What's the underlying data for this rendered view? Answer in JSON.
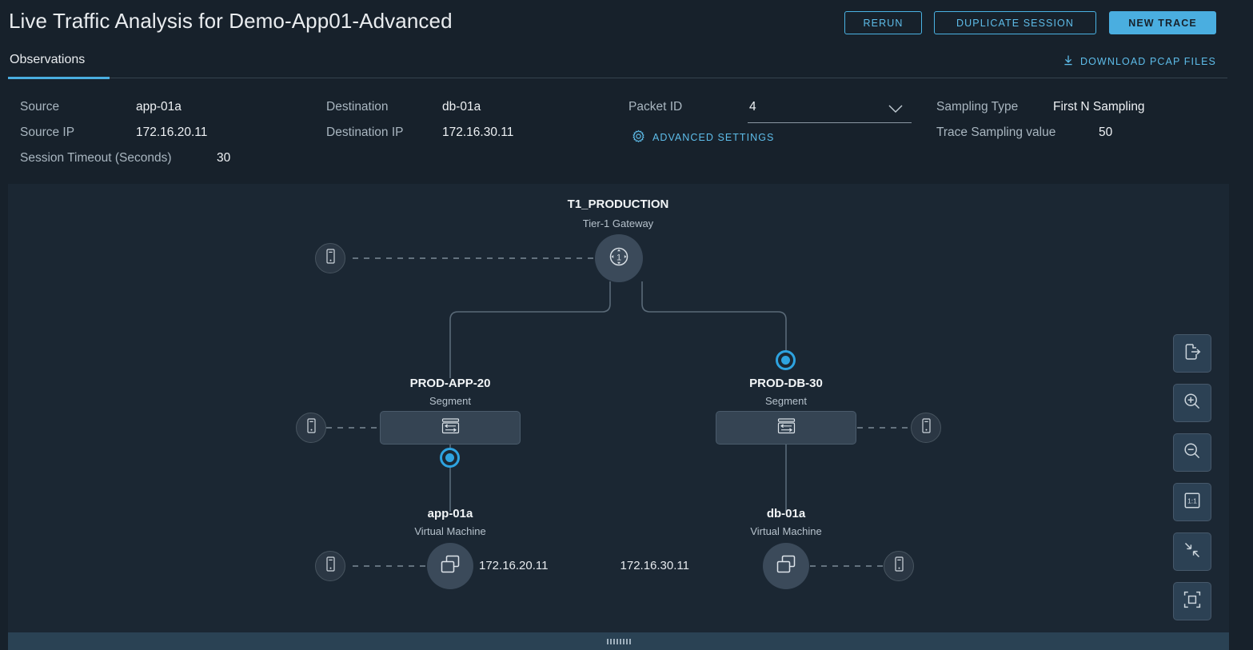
{
  "header": {
    "title": "Live Traffic Analysis for Demo-App01-Advanced",
    "buttons": {
      "rerun": "RERUN",
      "duplicate_session": "DUPLICATE SESSION",
      "new_trace": "NEW TRACE"
    }
  },
  "tabs": {
    "observations": "Observations",
    "download_pcap": "DOWNLOAD PCAP FILES",
    "download_icon": "download-icon"
  },
  "info": {
    "source_label": "Source",
    "source_value": "app-01a",
    "source_ip_label": "Source IP",
    "source_ip_value": "172.16.20.11",
    "session_timeout_label": "Session Timeout (Seconds)",
    "session_timeout_value": "30",
    "destination_label": "Destination",
    "destination_value": "db-01a",
    "destination_ip_label": "Destination IP",
    "destination_ip_value": "172.16.30.11",
    "packet_id_label": "Packet ID",
    "packet_id_value": "4",
    "packet_id_chevron": "chevron-down-icon",
    "advanced_settings": "ADVANCED SETTINGS",
    "advanced_settings_icon": "gear-icon",
    "sampling_type_label": "Sampling Type",
    "sampling_type_value": "First N Sampling",
    "trace_sampling_label": "Trace Sampling value",
    "trace_sampling_value": "50"
  },
  "graph": {
    "gateway": {
      "title": "T1_PRODUCTION",
      "subtitle": "Tier-1 Gateway",
      "icon": "tier1-gateway-icon",
      "peer_icon": "server-device-icon"
    },
    "segment_app": {
      "title": "PROD-APP-20",
      "subtitle": "Segment",
      "icon": "segment-switch-icon",
      "peer_icon": "server-device-icon",
      "marker": "observation-point-marker"
    },
    "segment_db": {
      "title": "PROD-DB-30",
      "subtitle": "Segment",
      "icon": "segment-switch-icon",
      "peer_icon": "server-device-icon",
      "marker": "observation-point-marker"
    },
    "vm_app": {
      "title": "app-01a",
      "subtitle": "Virtual Machine",
      "ip": "172.16.20.11",
      "icon": "virtual-machine-icon",
      "peer_icon": "server-device-icon"
    },
    "vm_db": {
      "title": "db-01a",
      "subtitle": "Virtual Machine",
      "ip": "172.16.30.11",
      "icon": "virtual-machine-icon",
      "peer_icon": "server-device-icon"
    }
  },
  "toolbar": {
    "buttons": [
      {
        "name": "export-icon",
        "title": "Export"
      },
      {
        "name": "zoom-in-icon",
        "title": "Zoom In"
      },
      {
        "name": "zoom-out-icon",
        "title": "Zoom Out"
      },
      {
        "name": "zoom-reset-icon",
        "title": "1:1"
      },
      {
        "name": "fit-to-screen-icon",
        "title": "Fit"
      },
      {
        "name": "fullscreen-icon",
        "title": "Fullscreen"
      }
    ]
  },
  "bottom": {
    "handle": "resize-grip-handle"
  },
  "colors": {
    "accent": "#4aaee0",
    "link": "#5ebdea",
    "page_bg": "#17212b",
    "canvas_bg": "#1b2733",
    "marker": "#2ea3e0"
  }
}
